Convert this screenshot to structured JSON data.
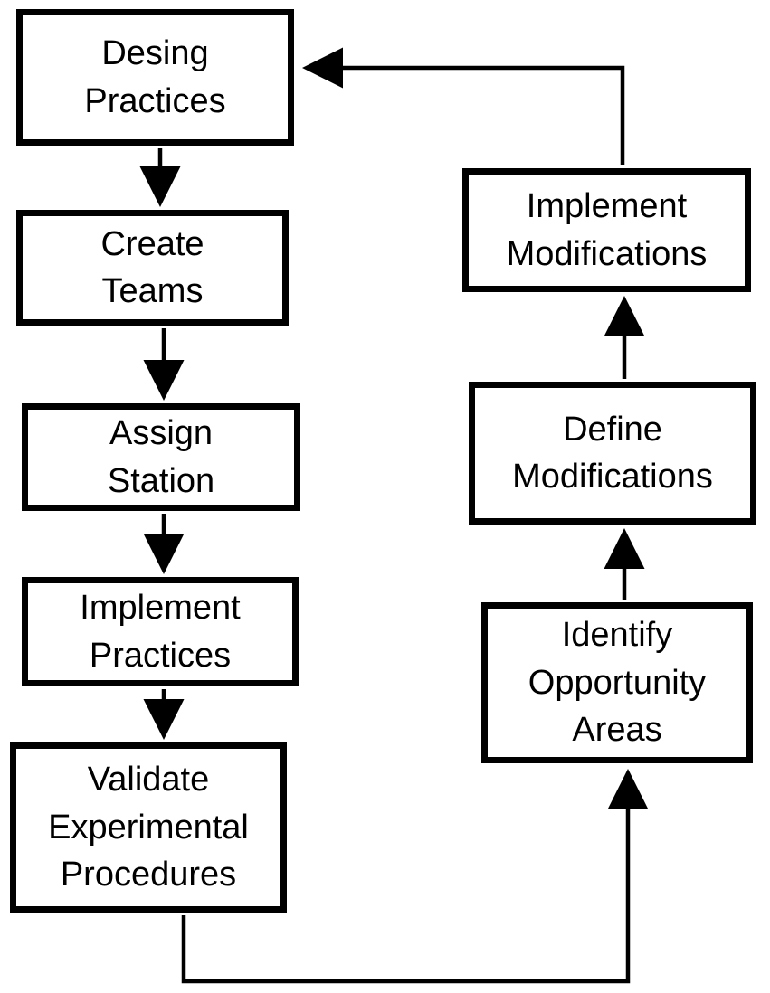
{
  "diagram": {
    "type": "flowchart",
    "nodes": {
      "design_practices": "Desing\nPractices",
      "create_teams": "Create\nTeams",
      "assign_station": "Assign\nStation",
      "implement_practices": "Implement\nPractices",
      "validate_procedures": "Validate\nExperimental\nProcedures",
      "identify_opportunity_areas": "Identify\nOpportunity\nAreas",
      "define_modifications": "Define\nModifications",
      "implement_modifications": "Implement\nModifications"
    },
    "edges": [
      [
        "design_practices",
        "create_teams"
      ],
      [
        "create_teams",
        "assign_station"
      ],
      [
        "assign_station",
        "implement_practices"
      ],
      [
        "implement_practices",
        "validate_procedures"
      ],
      [
        "validate_procedures",
        "identify_opportunity_areas"
      ],
      [
        "identify_opportunity_areas",
        "define_modifications"
      ],
      [
        "define_modifications",
        "implement_modifications"
      ],
      [
        "implement_modifications",
        "design_practices"
      ]
    ],
    "colors": {
      "stroke": "#000000",
      "background": "#ffffff"
    }
  }
}
